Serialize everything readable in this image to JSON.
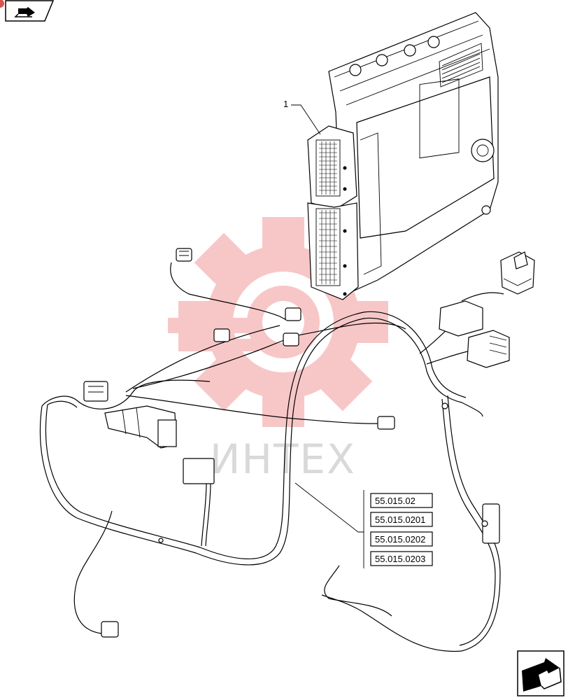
{
  "diagram": {
    "callout": "1",
    "references": [
      "55.015.02",
      "55.015.0201",
      "55.015.0202",
      "55.015.0203"
    ],
    "watermark_text": "ИНТЕХ",
    "watermark_color": "#f29a9a"
  },
  "icons": {
    "top_left": "page-back-arrow-icon",
    "bottom_right": "next-page-arrow-icon"
  }
}
